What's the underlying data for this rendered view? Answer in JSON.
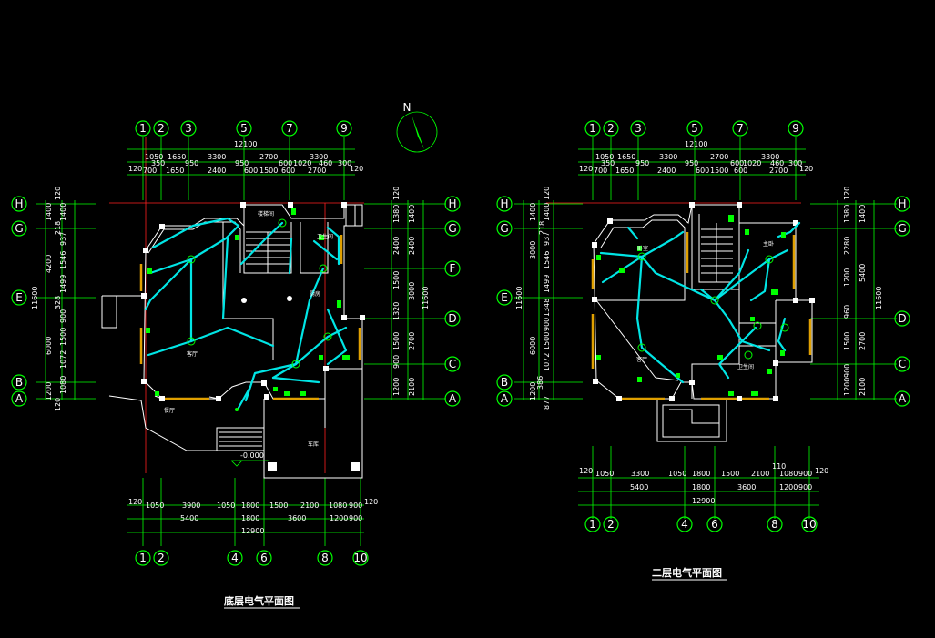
{
  "compass": {
    "label": "N"
  },
  "floor1": {
    "title": "底层电气平面图",
    "top_axes": [
      "1",
      "2",
      "3",
      "5",
      "7",
      "9"
    ],
    "bottom_axes": [
      "1",
      "2",
      "4",
      "6",
      "8",
      "10"
    ],
    "left_axes": [
      "H",
      "G",
      "E",
      "B",
      "A"
    ],
    "right_axes": [
      "H",
      "G",
      "F",
      "D",
      "C",
      "A"
    ],
    "top_total": "12100",
    "top_row1": [
      "120",
      "1050",
      "1650",
      "3300",
      "2700",
      "3300",
      "120"
    ],
    "top_row1b": [
      "350",
      "950",
      "950",
      "600",
      "1020",
      "460",
      "300"
    ],
    "top_row2": [
      "700",
      "1650",
      "2400",
      "600",
      "1500",
      "600",
      "2700"
    ],
    "bottom_row1": [
      "120",
      "1050",
      "3900",
      "1050",
      "1800",
      "1500",
      "2100",
      "1080",
      "900",
      "120"
    ],
    "bottom_row2": [
      "5400",
      "1800",
      "3600",
      "1200",
      "900"
    ],
    "bottom_total": "12900",
    "left_dims_outer": [
      "1400",
      "4200",
      "11600",
      "6000",
      "1200"
    ],
    "left_dims_inner": [
      "120",
      "1400",
      "218",
      "937",
      "1546",
      "1499",
      "328",
      "900",
      "1500",
      "1072",
      "1080",
      "120"
    ],
    "right_dims_inner": [
      "120",
      "1380",
      "2400",
      "1500",
      "1320",
      "1500",
      "900",
      "1200"
    ],
    "right_dims_outer": [
      "1400",
      "2400",
      "3000",
      "11600",
      "2700",
      "2100"
    ],
    "elevation": "-0.000",
    "rooms": [
      "楼梯间",
      "客厅",
      "餐厅",
      "厨房",
      "卫生间",
      "车库"
    ]
  },
  "floor2": {
    "title": "二层电气平面图",
    "top_axes": [
      "1",
      "2",
      "3",
      "5",
      "7",
      "9"
    ],
    "bottom_axes": [
      "1",
      "2",
      "4",
      "6",
      "8",
      "10"
    ],
    "left_axes": [
      "H",
      "G",
      "E",
      "B",
      "A"
    ],
    "right_axes": [
      "H",
      "G",
      "D",
      "C",
      "A"
    ],
    "top_total": "12100",
    "top_row1": [
      "120",
      "1050",
      "1650",
      "3300",
      "2700",
      "3300",
      "120"
    ],
    "top_row1b": [
      "350",
      "950",
      "950",
      "600",
      "1020",
      "460",
      "300"
    ],
    "top_row2": [
      "700",
      "1650",
      "2400",
      "600",
      "1500",
      "600",
      "2700"
    ],
    "bottom_row1": [
      "120",
      "1050",
      "3300",
      "1050",
      "1800",
      "1500",
      "2100",
      "1080",
      "900",
      "120"
    ],
    "bottom_row2": [
      "5400",
      "1800",
      "3600",
      "1200",
      "900"
    ],
    "bottom_total": "12900",
    "bottom_extra": "110",
    "left_dims_outer": [
      "1400",
      "3000",
      "11600",
      "6000",
      "1200"
    ],
    "left_dims_inner": [
      "120",
      "1400",
      "218",
      "937",
      "1546",
      "1499",
      "1348",
      "900",
      "1500",
      "1072",
      "386",
      "877"
    ],
    "right_dims_inner": [
      "120",
      "1380",
      "2280",
      "1200",
      "960",
      "1500",
      "900",
      "1200"
    ],
    "right_dims_outer": [
      "1400",
      "5400",
      "11600",
      "2700",
      "2100"
    ],
    "rooms": [
      "卧室",
      "客厅",
      "卫生间",
      "主卧"
    ]
  }
}
